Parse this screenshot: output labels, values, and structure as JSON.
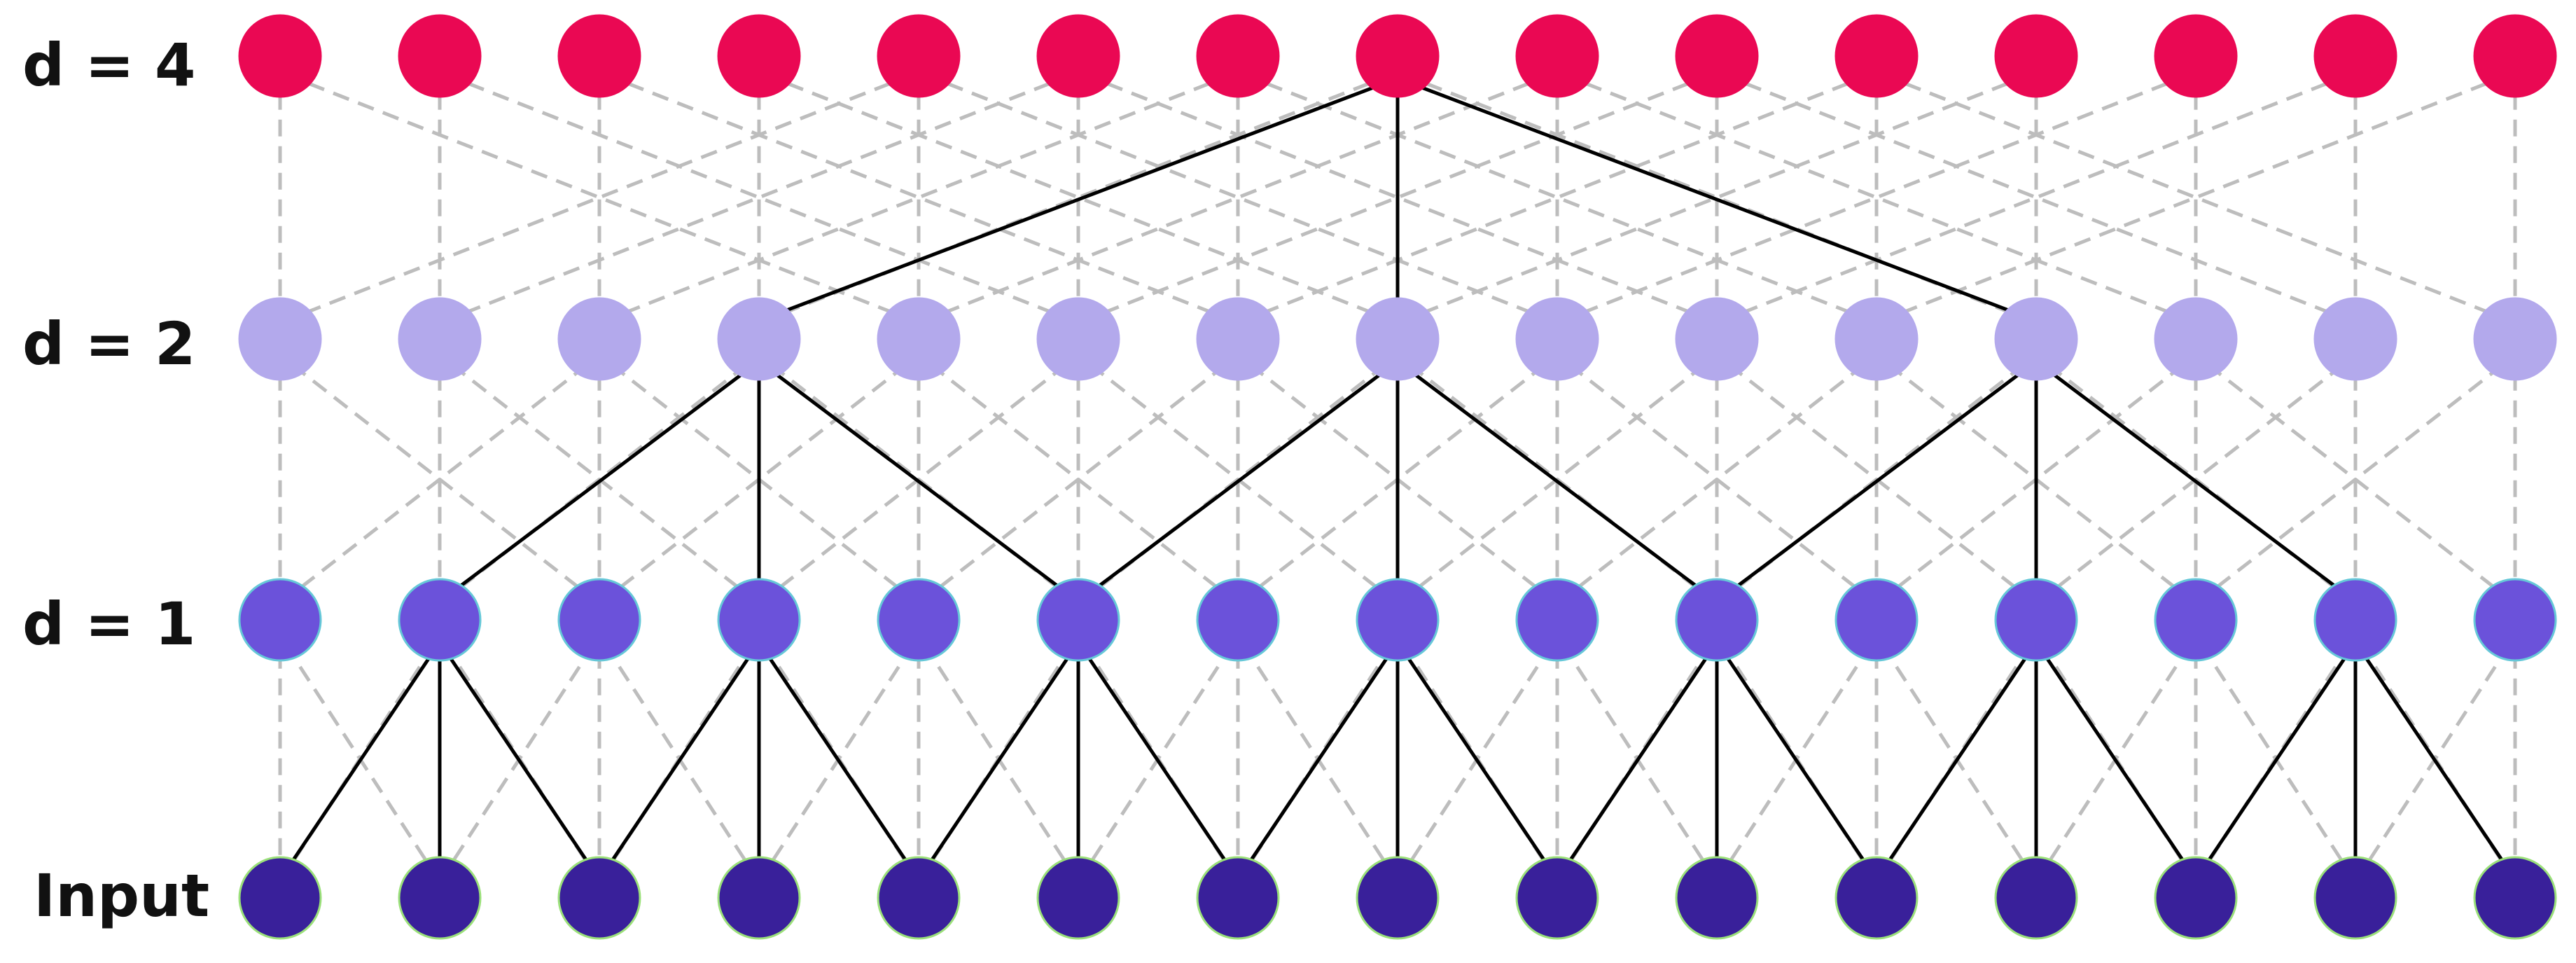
{
  "layers": [
    {
      "id": "input",
      "label": "Input",
      "color": "#39209a",
      "ring": "#9be07a"
    },
    {
      "id": "d1",
      "label": "d = 1",
      "color": "#6b52da",
      "ring": "#66c8d8"
    },
    {
      "id": "d2",
      "label": "d = 2",
      "color": "#b3a9ec",
      "ring": "#b3a9ec"
    },
    {
      "id": "d4",
      "label": "d = 4",
      "color": "#ea0853",
      "ring": "#ea0853"
    }
  ],
  "nodes_per_layer": 15,
  "dilations": [
    1,
    2,
    4
  ],
  "highlight_target_index": 7,
  "colors": {
    "dashed_edge": "#bdbdbd",
    "highlight_edge": "#000000"
  }
}
